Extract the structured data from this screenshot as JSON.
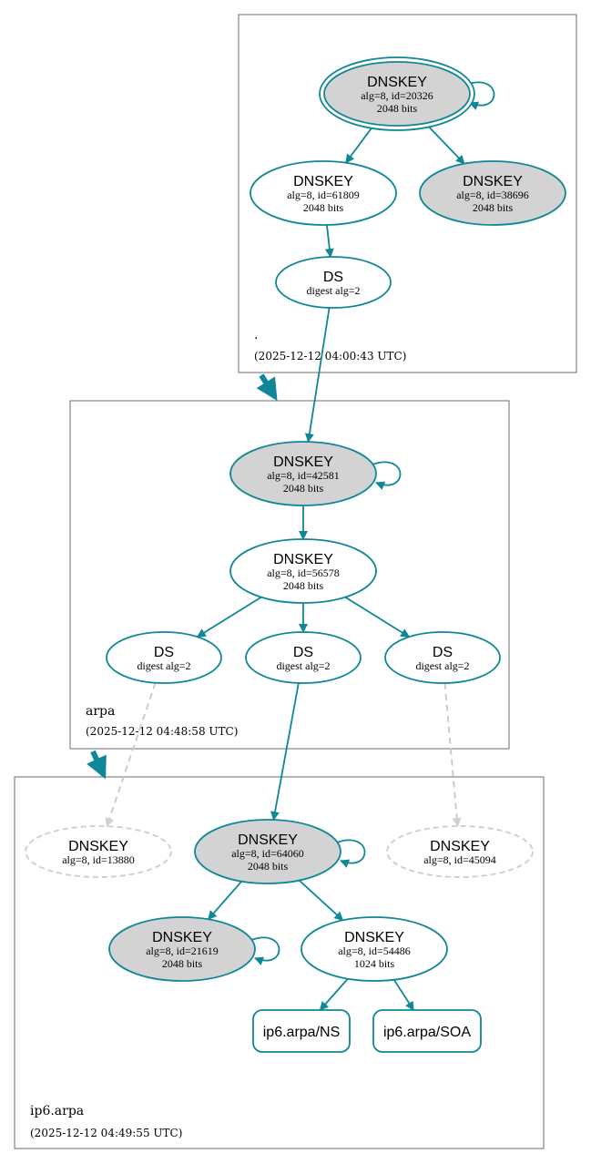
{
  "zones": [
    {
      "id": "root",
      "name": ".",
      "timestamp": "(2025-12-12 04:00:43 UTC)"
    },
    {
      "id": "arpa",
      "name": "arpa",
      "timestamp": "(2025-12-12 04:48:58 UTC)"
    },
    {
      "id": "ip6",
      "name": "ip6.arpa",
      "timestamp": "(2025-12-12 04:49:55 UTC)"
    }
  ],
  "nodes": [
    {
      "id": "root_ksk",
      "zone": "root",
      "type": "DNSKEY",
      "title": "DNSKEY",
      "lines": [
        "alg=8, id=20326",
        "2048 bits"
      ],
      "style": "filled",
      "double": true,
      "selfloop": true
    },
    {
      "id": "root_zsk1",
      "zone": "root",
      "type": "DNSKEY",
      "title": "DNSKEY",
      "lines": [
        "alg=8, id=61809",
        "2048 bits"
      ],
      "style": "plain"
    },
    {
      "id": "root_zsk2",
      "zone": "root",
      "type": "DNSKEY",
      "title": "DNSKEY",
      "lines": [
        "alg=8, id=38696",
        "2048 bits"
      ],
      "style": "filled"
    },
    {
      "id": "root_ds",
      "zone": "root",
      "type": "DS",
      "title": "DS",
      "lines": [
        "digest alg=2"
      ],
      "style": "plain"
    },
    {
      "id": "arpa_ksk",
      "zone": "arpa",
      "type": "DNSKEY",
      "title": "DNSKEY",
      "lines": [
        "alg=8, id=42581",
        "2048 bits"
      ],
      "style": "filled",
      "selfloop": true
    },
    {
      "id": "arpa_zsk",
      "zone": "arpa",
      "type": "DNSKEY",
      "title": "DNSKEY",
      "lines": [
        "alg=8, id=56578",
        "2048 bits"
      ],
      "style": "plain"
    },
    {
      "id": "arpa_ds1",
      "zone": "arpa",
      "type": "DS",
      "title": "DS",
      "lines": [
        "digest alg=2"
      ],
      "style": "plain"
    },
    {
      "id": "arpa_ds2",
      "zone": "arpa",
      "type": "DS",
      "title": "DS",
      "lines": [
        "digest alg=2"
      ],
      "style": "plain"
    },
    {
      "id": "arpa_ds3",
      "zone": "arpa",
      "type": "DS",
      "title": "DS",
      "lines": [
        "digest alg=2"
      ],
      "style": "plain"
    },
    {
      "id": "ip6_missing1",
      "zone": "ip6",
      "type": "DNSKEY",
      "title": "DNSKEY",
      "lines": [
        "alg=8, id=13880"
      ],
      "style": "ghost"
    },
    {
      "id": "ip6_ksk",
      "zone": "ip6",
      "type": "DNSKEY",
      "title": "DNSKEY",
      "lines": [
        "alg=8, id=64060",
        "2048 bits"
      ],
      "style": "filled",
      "selfloop": true
    },
    {
      "id": "ip6_missing2",
      "zone": "ip6",
      "type": "DNSKEY",
      "title": "DNSKEY",
      "lines": [
        "alg=8, id=45094"
      ],
      "style": "ghost"
    },
    {
      "id": "ip6_key2",
      "zone": "ip6",
      "type": "DNSKEY",
      "title": "DNSKEY",
      "lines": [
        "alg=8, id=21619",
        "2048 bits"
      ],
      "style": "filled",
      "selfloop": true
    },
    {
      "id": "ip6_zsk",
      "zone": "ip6",
      "type": "DNSKEY",
      "title": "DNSKEY",
      "lines": [
        "alg=8, id=54486",
        "1024 bits"
      ],
      "style": "plain"
    },
    {
      "id": "rr_ns",
      "zone": "ip6",
      "type": "RRset",
      "title": "ip6.arpa/NS",
      "lines": [],
      "style": "rrset"
    },
    {
      "id": "rr_soa",
      "zone": "ip6",
      "type": "RRset",
      "title": "ip6.arpa/SOA",
      "lines": [],
      "style": "rrset"
    }
  ],
  "edges": [
    {
      "from": "root_ksk",
      "to": "root_zsk1",
      "style": "solid"
    },
    {
      "from": "root_ksk",
      "to": "root_zsk2",
      "style": "solid"
    },
    {
      "from": "root_zsk1",
      "to": "root_ds",
      "style": "solid"
    },
    {
      "from": "root_ds",
      "to": "arpa_ksk",
      "style": "solid"
    },
    {
      "from": "arpa_ksk",
      "to": "arpa_zsk",
      "style": "solid"
    },
    {
      "from": "arpa_zsk",
      "to": "arpa_ds1",
      "style": "solid"
    },
    {
      "from": "arpa_zsk",
      "to": "arpa_ds2",
      "style": "solid"
    },
    {
      "from": "arpa_zsk",
      "to": "arpa_ds3",
      "style": "solid"
    },
    {
      "from": "arpa_ds1",
      "to": "ip6_missing1",
      "style": "dashed"
    },
    {
      "from": "arpa_ds2",
      "to": "ip6_ksk",
      "style": "solid"
    },
    {
      "from": "arpa_ds3",
      "to": "ip6_missing2",
      "style": "dashed"
    },
    {
      "from": "ip6_ksk",
      "to": "ip6_key2",
      "style": "solid"
    },
    {
      "from": "ip6_ksk",
      "to": "ip6_zsk",
      "style": "solid"
    },
    {
      "from": "ip6_zsk",
      "to": "rr_ns",
      "style": "solid"
    },
    {
      "from": "ip6_zsk",
      "to": "rr_soa",
      "style": "solid"
    }
  ],
  "colors": {
    "accent": "#0f8796",
    "fill": "#d3d3d3",
    "ghost": "#cccccc",
    "border": "#6b6b6b"
  }
}
